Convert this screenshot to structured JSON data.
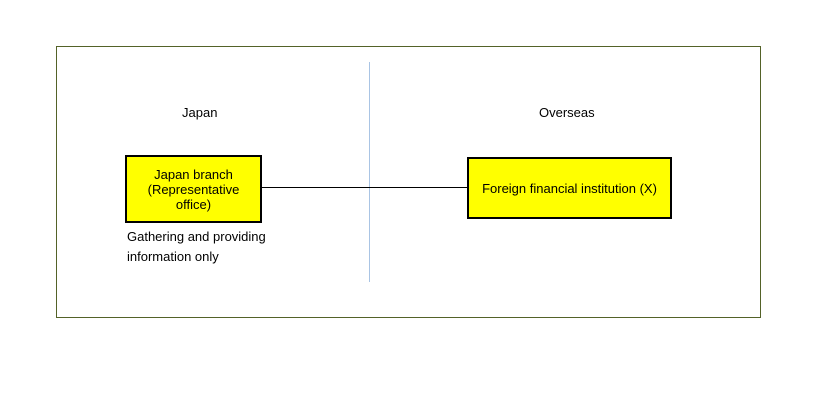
{
  "regions": {
    "japan_label": "Japan",
    "overseas_label": "Overseas"
  },
  "nodes": {
    "japan_branch": {
      "label": "Japan branch\n(Representative\noffice)"
    },
    "foreign_institution": {
      "label": "Foreign financial institution (X)"
    }
  },
  "caption": "Gathering and providing\ninformation only",
  "colors": {
    "frame_border": "#546228",
    "divider": "#a9c4e4",
    "node_fill": "#ffff00",
    "node_border": "#000000",
    "connector": "#000000"
  }
}
